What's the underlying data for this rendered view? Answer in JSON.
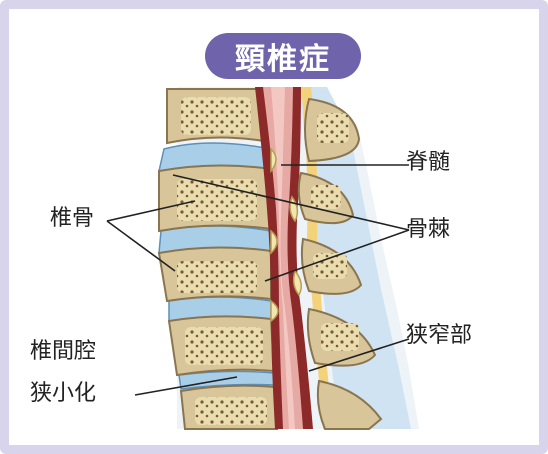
{
  "title": "頸椎症",
  "labels": {
    "spinal_cord": "脊髄",
    "vertebra": "椎骨",
    "bone_spur": "骨棘",
    "narrowing": "狭窄部",
    "disc_space_line1": "椎間腔",
    "disc_space_line2": "狭小化"
  },
  "colors": {
    "frame_border": "#d8d4eb",
    "title_bg": "#6f63ab",
    "bone": "#d8c69a",
    "bone_edge": "#8a7550",
    "disc": "#a9cfe8",
    "cord": "#e7a9a4",
    "cord_dark": "#8c2a2a",
    "spur": "#f2e6b0",
    "ligament": "#f4d27a"
  }
}
